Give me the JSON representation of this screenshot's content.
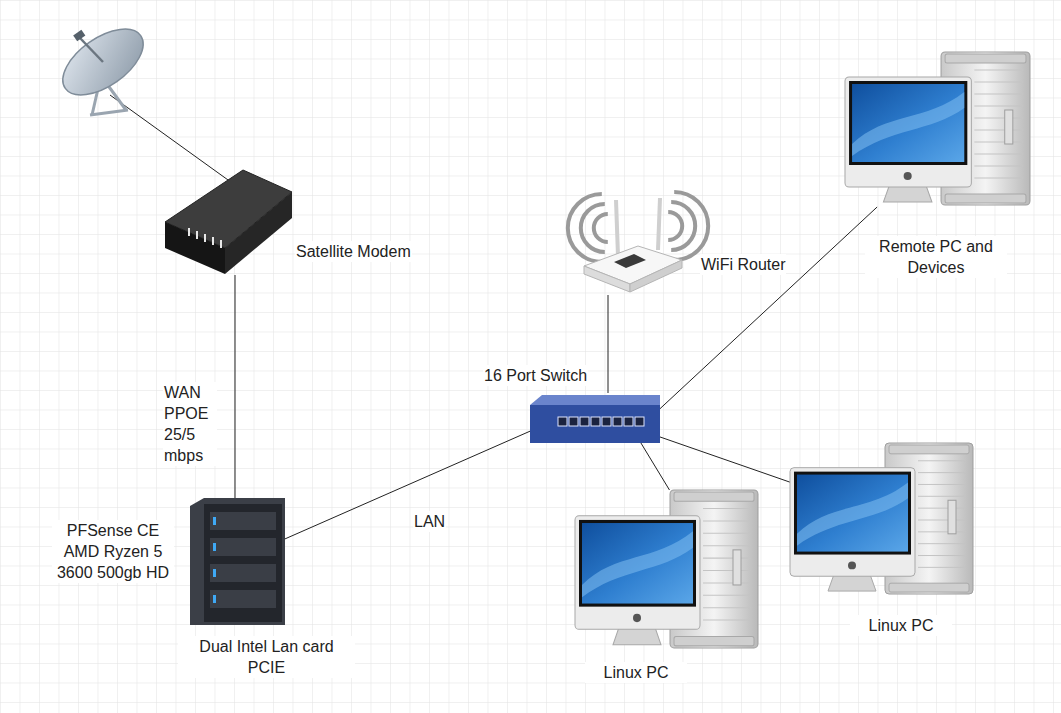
{
  "diagram": {
    "nodes": [
      {
        "text": [
          "Satellite Modem"
        ]
      },
      {
        "text": [
          "PFSense CE AMD Ryzen 5 3600 500gb HD",
          "Dual Intel Lan card PCIE"
        ]
      },
      {
        "text": [
          "16 Port Switch"
        ]
      },
      {
        "text": [
          "WiFi Router"
        ]
      },
      {
        "text": [
          "Remote PC and Devices"
        ]
      },
      {
        "text": [
          "Linux PC"
        ]
      },
      {
        "text": [
          "Linux PC"
        ]
      }
    ],
    "edges": [
      {
        "from": 0,
        "to": 1,
        "label": "WAN PPOE 25/5 mbps",
        "arrow": "none"
      },
      {
        "from": 1,
        "to": 2,
        "label": "LAN",
        "arrow": "none"
      },
      {
        "from": 2,
        "to": 3,
        "arrow": "none"
      },
      {
        "from": 2,
        "to": 4,
        "arrow": "none"
      },
      {
        "from": 2,
        "to": 5,
        "arrow": "none"
      },
      {
        "from": 2,
        "to": 6,
        "arrow": "none"
      }
    ]
  }
}
